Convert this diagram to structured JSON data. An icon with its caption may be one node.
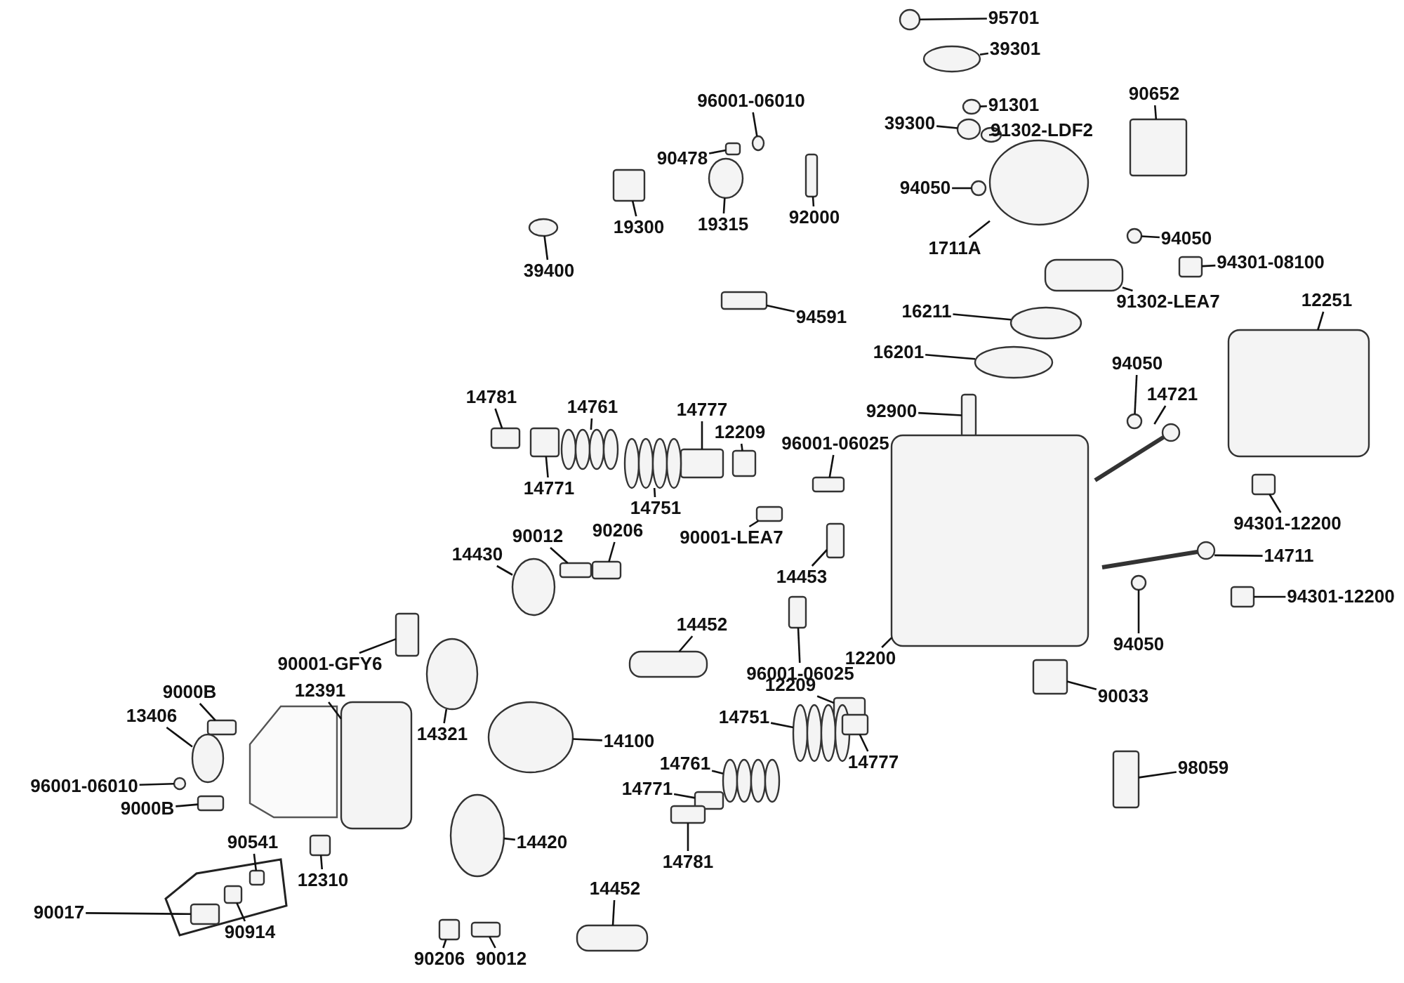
{
  "diagram": {
    "nodes": [
      {
        "text": [
          "95701"
        ]
      },
      {
        "text": [
          "39301"
        ]
      },
      {
        "text": [
          "96001-06010"
        ]
      },
      {
        "text": [
          "91301"
        ]
      },
      {
        "text": [
          "39300"
        ]
      },
      {
        "text": [
          "91302-LDF2"
        ]
      },
      {
        "text": [
          "90652"
        ]
      },
      {
        "text": [
          "90478"
        ]
      },
      {
        "text": [
          "94050"
        ]
      },
      {
        "text": [
          "19300"
        ]
      },
      {
        "text": [
          "19315"
        ]
      },
      {
        "text": [
          "92000"
        ]
      },
      {
        "text": [
          "39400"
        ]
      },
      {
        "text": [
          "94050"
        ]
      },
      {
        "text": [
          "1711A"
        ]
      },
      {
        "text": [
          "94301-08100"
        ]
      },
      {
        "text": [
          "91302-LEA7"
        ]
      },
      {
        "text": [
          "94591"
        ]
      },
      {
        "text": [
          "12251"
        ]
      },
      {
        "text": [
          "16211"
        ]
      },
      {
        "text": [
          "16201"
        ]
      },
      {
        "text": [
          "94050"
        ]
      },
      {
        "text": [
          "14781"
        ]
      },
      {
        "text": [
          "14761"
        ]
      },
      {
        "text": [
          "14777"
        ]
      },
      {
        "text": [
          "14721"
        ]
      },
      {
        "text": [
          "92900"
        ]
      },
      {
        "text": [
          "12209"
        ]
      },
      {
        "text": [
          "14771"
        ]
      },
      {
        "text": [
          "96001-06025"
        ]
      },
      {
        "text": [
          "14751"
        ]
      },
      {
        "text": [
          "90001-LEA7"
        ]
      },
      {
        "text": [
          "90012"
        ]
      },
      {
        "text": [
          "90206"
        ]
      },
      {
        "text": [
          "94301-12200"
        ]
      },
      {
        "text": [
          "14711"
        ]
      },
      {
        "text": [
          "14430"
        ]
      },
      {
        "text": [
          "14453"
        ]
      },
      {
        "text": [
          "94301-12200"
        ]
      },
      {
        "text": [
          "94050"
        ]
      },
      {
        "text": [
          "90001-GFY6"
        ]
      },
      {
        "text": [
          "96001-06025"
        ]
      },
      {
        "text": [
          "14452"
        ]
      },
      {
        "text": [
          "12391"
        ]
      },
      {
        "text": [
          "12200"
        ]
      },
      {
        "text": [
          "9000B"
        ]
      },
      {
        "text": [
          "12209"
        ]
      },
      {
        "text": [
          "90033"
        ]
      },
      {
        "text": [
          "13406"
        ]
      },
      {
        "text": [
          "14751"
        ]
      },
      {
        "text": [
          "14321"
        ]
      },
      {
        "text": [
          "14100"
        ]
      },
      {
        "text": [
          "14777"
        ]
      },
      {
        "text": [
          "14761"
        ]
      },
      {
        "text": [
          "98059"
        ]
      },
      {
        "text": [
          "96001-06010"
        ]
      },
      {
        "text": [
          "14771"
        ]
      },
      {
        "text": [
          "9000B"
        ]
      },
      {
        "text": [
          "14420"
        ]
      },
      {
        "text": [
          "14781"
        ]
      },
      {
        "text": [
          "90541"
        ]
      },
      {
        "text": [
          "12310"
        ]
      },
      {
        "text": [
          "14452"
        ]
      },
      {
        "text": [
          "90017"
        ]
      },
      {
        "text": [
          "90914"
        ]
      },
      {
        "text": [
          "90206"
        ]
      },
      {
        "text": [
          "90012"
        ]
      },
      {
        "text": [],
        "shape": "circle"
      },
      {
        "text": [],
        "shape": "circle"
      },
      {
        "text": [],
        "shape": "circle"
      },
      {
        "text": [],
        "shape": "circle"
      },
      {
        "text": [],
        "shape": "circle"
      },
      {
        "text": [],
        "shape": "circle"
      },
      {
        "text": [],
        "shape": "box"
      },
      {
        "text": [],
        "shape": "box"
      },
      {
        "text": [],
        "shape": "circle"
      },
      {
        "text": [],
        "shape": "box"
      },
      {
        "text": [],
        "shape": "circle"
      },
      {
        "text": [],
        "shape": "box"
      },
      {
        "text": [],
        "shape": "circle"
      },
      {
        "text": [],
        "shape": "circle"
      },
      {
        "text": [],
        "shape": "circle"
      },
      {
        "text": [],
        "shape": "box"
      },
      {
        "text": [],
        "shape": "box"
      },
      {
        "text": [],
        "shape": "box"
      },
      {
        "text": [],
        "shape": "box"
      },
      {
        "text": [],
        "shape": "circle"
      },
      {
        "text": [],
        "shape": "circle"
      },
      {
        "text": [],
        "shape": "circle"
      },
      {
        "text": [],
        "shape": "box"
      },
      {
        "text": [],
        "shape": "spring"
      },
      {
        "text": [],
        "shape": "box"
      },
      {
        "text": [],
        "shape": "valve"
      },
      {
        "text": [],
        "shape": "box"
      },
      {
        "text": [],
        "shape": "box"
      },
      {
        "text": [],
        "shape": "box"
      },
      {
        "text": [],
        "shape": "box"
      },
      {
        "text": [],
        "shape": "spring"
      },
      {
        "text": [],
        "shape": "box"
      },
      {
        "text": [],
        "shape": "box"
      },
      {
        "text": [],
        "shape": "box"
      },
      {
        "text": [],
        "shape": "box"
      },
      {
        "text": [],
        "shape": "valve"
      },
      {
        "text": [],
        "shape": "circle"
      },
      {
        "text": [],
        "shape": "box"
      },
      {
        "text": [],
        "shape": "box"
      },
      {
        "text": [],
        "shape": "circle"
      },
      {
        "text": [],
        "shape": "box"
      },
      {
        "text": [],
        "shape": "box"
      },
      {
        "text": [],
        "shape": "box"
      },
      {
        "text": [],
        "shape": "box"
      },
      {
        "text": [],
        "shape": "box"
      },
      {
        "text": [],
        "shape": "box"
      },
      {
        "text": [],
        "shape": "box"
      },
      {
        "text": [],
        "shape": "box"
      },
      {
        "text": [],
        "shape": "circle"
      },
      {
        "text": [],
        "shape": "spring"
      },
      {
        "text": [],
        "shape": "circle"
      },
      {
        "text": [],
        "shape": "circle"
      },
      {
        "text": [],
        "shape": "box"
      },
      {
        "text": [],
        "shape": "spring"
      },
      {
        "text": [],
        "shape": "box"
      },
      {
        "text": [],
        "shape": "circle"
      },
      {
        "text": [],
        "shape": "box"
      },
      {
        "text": [],
        "shape": "box"
      },
      {
        "text": [],
        "shape": "circle"
      },
      {
        "text": [],
        "shape": "box"
      },
      {
        "text": [],
        "shape": "box"
      },
      {
        "text": [],
        "shape": "box"
      },
      {
        "text": [],
        "shape": "box"
      },
      {
        "text": [],
        "shape": "box"
      },
      {
        "text": [],
        "shape": "box"
      },
      {
        "text": [],
        "shape": "box"
      },
      {
        "text": [],
        "shape": "box"
      }
    ],
    "edges": [
      {
        "from": 0,
        "to": 67,
        "arrow": "none"
      },
      {
        "from": 1,
        "to": 68,
        "arrow": "none"
      },
      {
        "from": 2,
        "to": 69,
        "arrow": "none"
      },
      {
        "from": 3,
        "to": 70,
        "arrow": "none"
      },
      {
        "from": 4,
        "to": 71,
        "arrow": "none"
      },
      {
        "from": 5,
        "to": 72,
        "arrow": "none"
      },
      {
        "from": 6,
        "to": 73,
        "arrow": "none"
      },
      {
        "from": 7,
        "to": 74,
        "arrow": "none"
      },
      {
        "from": 8,
        "to": 75,
        "arrow": "none"
      },
      {
        "from": 9,
        "to": 76,
        "arrow": "none"
      },
      {
        "from": 10,
        "to": 77,
        "arrow": "none"
      },
      {
        "from": 11,
        "to": 78,
        "arrow": "none"
      },
      {
        "from": 12,
        "to": 79,
        "arrow": "none"
      },
      {
        "from": 13,
        "to": 80,
        "arrow": "none"
      },
      {
        "from": 14,
        "to": 81,
        "arrow": "none"
      },
      {
        "from": 15,
        "to": 82,
        "arrow": "none"
      },
      {
        "from": 16,
        "to": 83,
        "arrow": "none"
      },
      {
        "from": 17,
        "to": 84,
        "arrow": "none"
      },
      {
        "from": 18,
        "to": 85,
        "arrow": "none"
      },
      {
        "from": 19,
        "to": 86,
        "arrow": "none"
      },
      {
        "from": 20,
        "to": 87,
        "arrow": "none"
      },
      {
        "from": 21,
        "to": 88,
        "arrow": "none"
      },
      {
        "from": 22,
        "to": 89,
        "arrow": "none"
      },
      {
        "from": 23,
        "to": 90,
        "arrow": "none"
      },
      {
        "from": 24,
        "to": 91,
        "arrow": "none"
      },
      {
        "from": 25,
        "to": 92,
        "arrow": "none"
      },
      {
        "from": 26,
        "to": 93,
        "arrow": "none"
      },
      {
        "from": 27,
        "to": 94,
        "arrow": "none"
      },
      {
        "from": 28,
        "to": 95,
        "arrow": "none"
      },
      {
        "from": 29,
        "to": 96,
        "arrow": "none"
      },
      {
        "from": 30,
        "to": 97,
        "arrow": "none"
      },
      {
        "from": 31,
        "to": 98,
        "arrow": "none"
      },
      {
        "from": 32,
        "to": 99,
        "arrow": "none"
      },
      {
        "from": 33,
        "to": 100,
        "arrow": "none"
      },
      {
        "from": 34,
        "to": 101,
        "arrow": "none"
      },
      {
        "from": 35,
        "to": 102,
        "arrow": "none"
      },
      {
        "from": 36,
        "to": 103,
        "arrow": "none"
      },
      {
        "from": 37,
        "to": 104,
        "arrow": "none"
      },
      {
        "from": 38,
        "to": 105,
        "arrow": "none"
      },
      {
        "from": 39,
        "to": 106,
        "arrow": "none"
      },
      {
        "from": 40,
        "to": 107,
        "arrow": "none"
      },
      {
        "from": 41,
        "to": 108,
        "arrow": "none"
      },
      {
        "from": 42,
        "to": 109,
        "arrow": "none"
      },
      {
        "from": 43,
        "to": 110,
        "arrow": "none"
      },
      {
        "from": 44,
        "to": 111,
        "arrow": "none"
      },
      {
        "from": 45,
        "to": 112,
        "arrow": "none"
      },
      {
        "from": 46,
        "to": 113,
        "arrow": "none"
      },
      {
        "from": 47,
        "to": 114,
        "arrow": "none"
      },
      {
        "from": 48,
        "to": 115,
        "arrow": "none"
      },
      {
        "from": 49,
        "to": 116,
        "arrow": "none"
      },
      {
        "from": 50,
        "to": 117,
        "arrow": "none"
      },
      {
        "from": 51,
        "to": 118,
        "arrow": "none"
      },
      {
        "from": 52,
        "to": 119,
        "arrow": "none"
      },
      {
        "from": 53,
        "to": 120,
        "arrow": "none"
      },
      {
        "from": 54,
        "to": 121,
        "arrow": "none"
      },
      {
        "from": 55,
        "to": 122,
        "arrow": "none"
      },
      {
        "from": 56,
        "to": 123,
        "arrow": "none"
      },
      {
        "from": 57,
        "to": 124,
        "arrow": "none"
      },
      {
        "from": 58,
        "to": 125,
        "arrow": "none"
      },
      {
        "from": 59,
        "to": 126,
        "arrow": "none"
      },
      {
        "from": 60,
        "to": 127,
        "arrow": "none"
      },
      {
        "from": 61,
        "to": 128,
        "arrow": "none"
      },
      {
        "from": 62,
        "to": 129,
        "arrow": "none"
      },
      {
        "from": 63,
        "to": 130,
        "arrow": "none"
      },
      {
        "from": 64,
        "to": 131,
        "arrow": "none"
      },
      {
        "from": 65,
        "to": 132,
        "arrow": "none"
      },
      {
        "from": 66,
        "to": 133,
        "arrow": "none"
      }
    ]
  }
}
